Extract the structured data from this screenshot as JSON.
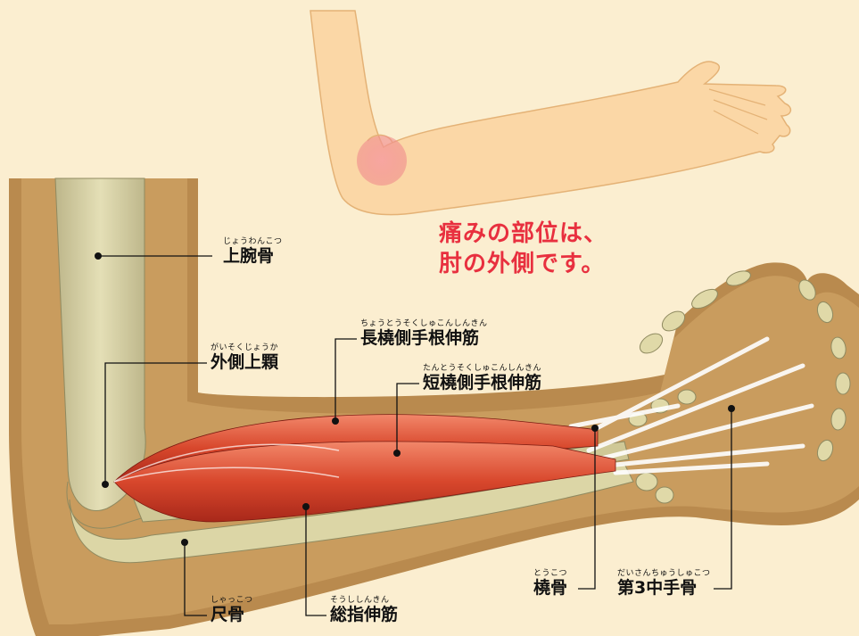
{
  "caption": {
    "line1": "痛みの部位は、",
    "line2": "肘の外側です。"
  },
  "labels": {
    "humerus": {
      "furigana": "じょうわんこつ",
      "text": "上腕骨"
    },
    "lateral_epicondyle": {
      "furigana": "がいそくじょうか",
      "text": "外側上顆"
    },
    "ecrl": {
      "furigana": "ちょうとうそくしゅこんしんきん",
      "text": "長橈側手根伸筋"
    },
    "ecrb": {
      "furigana": "たんとうそくしゅこんしんきん",
      "text": "短橈側手根伸筋"
    },
    "ulna": {
      "furigana": "しゃっこつ",
      "text": "尺骨"
    },
    "edc": {
      "furigana": "そうししんきん",
      "text": "総指伸筋"
    },
    "radius": {
      "furigana": "とうこつ",
      "text": "橈骨"
    },
    "metacarpal3": {
      "furigana": "だいさんちゅうしゅこつ",
      "text": "第3中手骨"
    }
  },
  "colors": {
    "background": "#fbeed0",
    "skin_dark": "#b98a4e",
    "bone": "#dcd6a6",
    "muscle": "#d8472c",
    "accent_text": "#e8303f",
    "pain_spot": "#f08c8c"
  }
}
